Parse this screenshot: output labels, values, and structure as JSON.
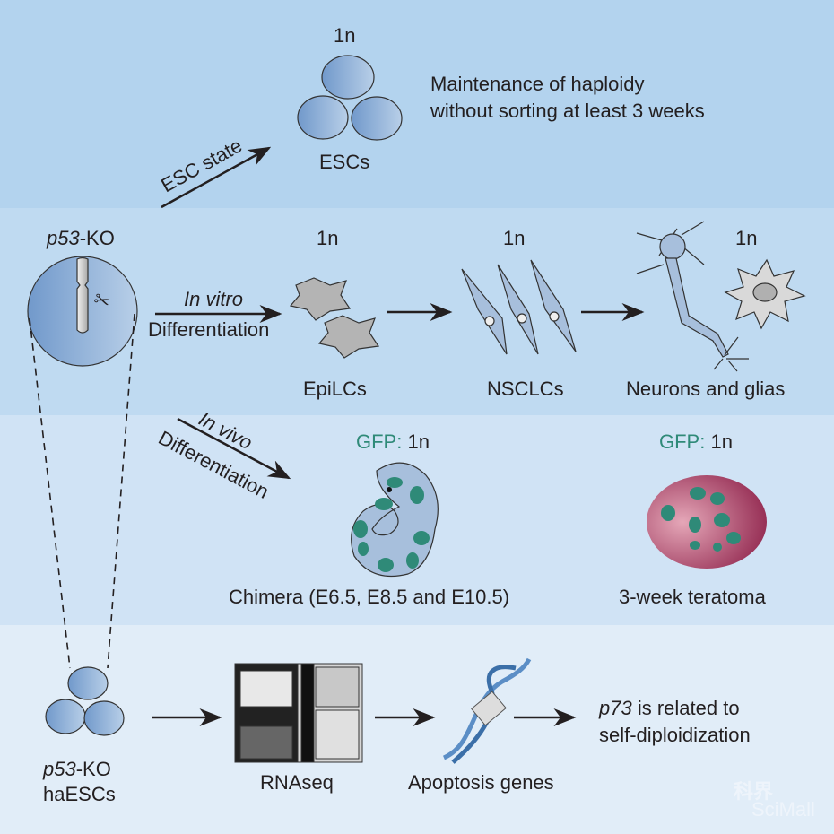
{
  "colors": {
    "band1": "#b3d3ee",
    "band2": "#bfdaf1",
    "band3": "#d0e3f5",
    "band4": "#e1edf8",
    "cell": "#7fa6d3",
    "gfp": "#2f8a78",
    "teratoma": "#a8485f"
  },
  "esc": {
    "ploidy": "1n",
    "label": "ESCs",
    "arrow_label": "ESC state",
    "note_line1": "Maintenance of haploidy",
    "note_line2": "without sorting at least 3 weeks"
  },
  "invitro": {
    "gene": "p53",
    "gene_suffix": "-KO",
    "arrow_label_italic": "In vitro",
    "arrow_label": "Differentiation",
    "stages": [
      {
        "ploidy": "1n",
        "label": "EpiLCs"
      },
      {
        "ploidy": "1n",
        "label": "NSCLCs"
      },
      {
        "ploidy": "1n",
        "label": "Neurons and glias"
      }
    ]
  },
  "invivo": {
    "arrow_label_italic": "In vivo",
    "arrow_label": "Differentiation",
    "gfp_prefix": "GFP:",
    "gfp_value": "1n",
    "chimera_label": "Chimera (E6.5, E8.5 and E10.5)",
    "teratoma_label": "3-week teratoma"
  },
  "bottom": {
    "gene": "p53",
    "gene_suffix": "-KO",
    "cells_label": "haESCs",
    "rnaseq_label": "RNAseq",
    "apoptosis_label": "Apoptosis genes",
    "result_gene": "p73",
    "result_line1": " is related to",
    "result_line2": "self-diploidization"
  },
  "watermark": {
    "text": "科界",
    "sub": "SciMall"
  }
}
